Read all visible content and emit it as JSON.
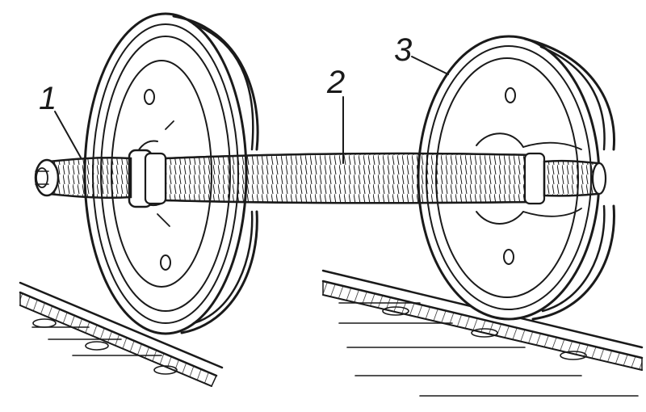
{
  "diagram": {
    "callouts": [
      {
        "id": "axle-journal",
        "text": "1"
      },
      {
        "id": "axle-body",
        "text": "2"
      },
      {
        "id": "wheel",
        "text": "3"
      }
    ],
    "colors": {
      "ink": "#1a1a1a",
      "paper": "#ffffff"
    }
  }
}
